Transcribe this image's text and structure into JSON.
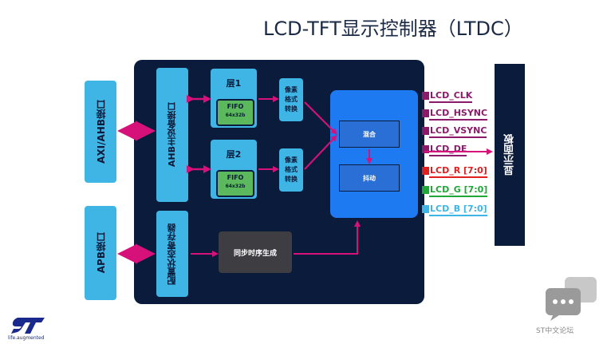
{
  "title": "LCD-TFT显示控制器（LTDC）",
  "blocks": {
    "axi_ahb": "AXI/AHB接口",
    "apb": "APB接口",
    "ahb_master": "AHB主设备接口",
    "config_regs": "配置状态寄存器",
    "layer1": "层1",
    "layer2": "层2",
    "fifo_label": "FIFO",
    "fifo_size": "64x32b",
    "pixel_format_lines": [
      "像素",
      "格式",
      "转换"
    ],
    "blending": "混合",
    "dithering": "抖动",
    "sync_gen": "同步时序生成",
    "display_panel": "显示面板"
  },
  "signals": [
    {
      "label": "LCD_CLK",
      "color": "#8b1a6b"
    },
    {
      "label": "LCD_HSYNC",
      "color": "#8b1a6b"
    },
    {
      "label": "LCD_VSYNC",
      "color": "#8b1a6b"
    },
    {
      "label": "LCD_DE",
      "color": "#8b1a6b"
    },
    {
      "label": "LCD_R [7:0]",
      "color": "#e02020"
    },
    {
      "label": "LCD_G [7:0]",
      "color": "#21a638"
    },
    {
      "label": "LCD_B [7:0]",
      "color": "#3fb5e5"
    }
  ],
  "branding": {
    "st_logo": "ST",
    "st_logo_sub": "life.augmented",
    "watermark": "ST中文论坛"
  },
  "colors": {
    "accent_cyan": "#3fb5e5",
    "navy": "#0b1b3b",
    "arrow_magenta": "#d6127a",
    "blend_blue": "#1e7af0"
  }
}
